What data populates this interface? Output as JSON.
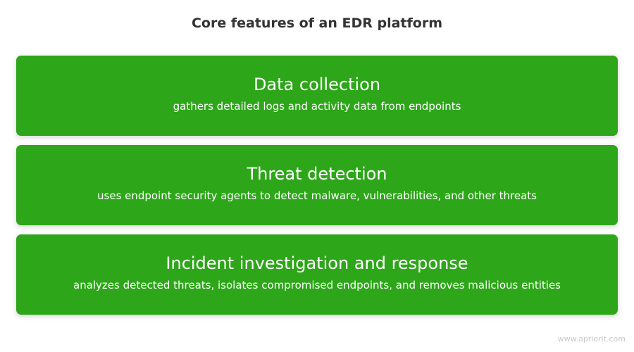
{
  "title": "Core features of an EDR platform",
  "accent_color": "#2ea61a",
  "features": [
    {
      "title": "Data collection",
      "description": "gathers detailed logs and activity data from endpoints"
    },
    {
      "title": "Threat detection",
      "description": "uses endpoint security agents to detect malware, vulnerabilities, and other threats"
    },
    {
      "title": "Incident investigation and response",
      "description": "analyzes detected threats, isolates compromised endpoints, and removes malicious entities"
    }
  ],
  "watermark": "www.apriorit.com"
}
